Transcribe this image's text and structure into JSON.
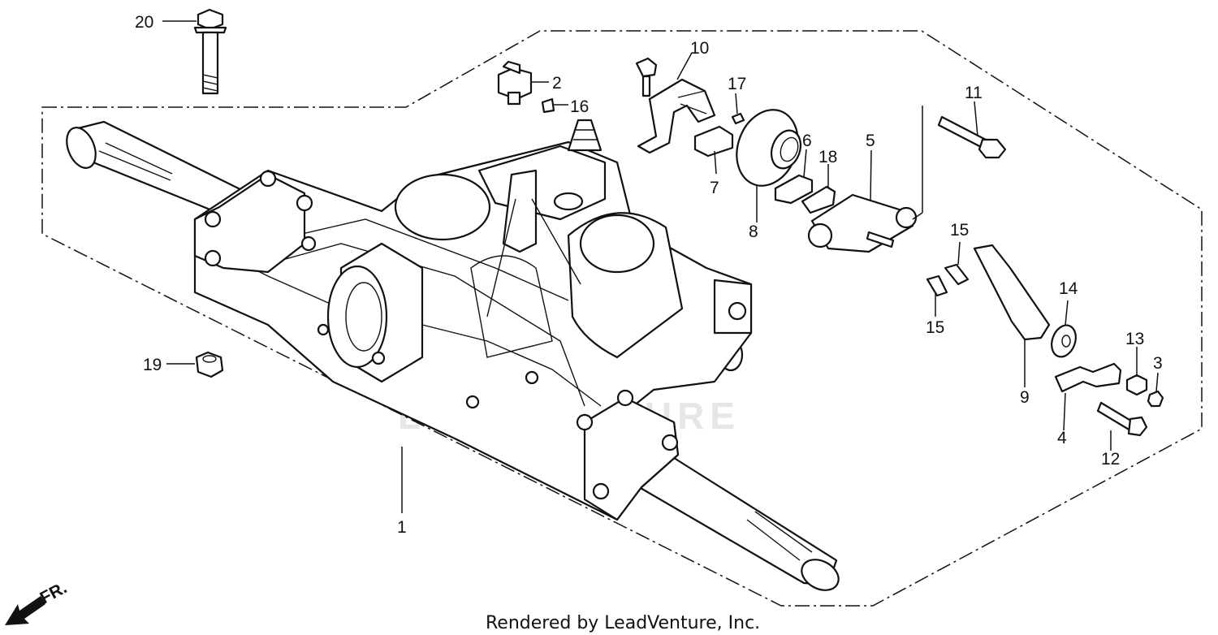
{
  "diagram": {
    "callouts": [
      "20",
      "2",
      "16",
      "10",
      "17",
      "6",
      "18",
      "5",
      "11",
      "7",
      "8",
      "15",
      "15",
      "14",
      "13",
      "3",
      "9",
      "4",
      "12",
      "19",
      "1"
    ],
    "direction_label": "FR.",
    "watermark": "LEADVENTURE",
    "footer": "Rendered by LeadVenture, Inc."
  }
}
